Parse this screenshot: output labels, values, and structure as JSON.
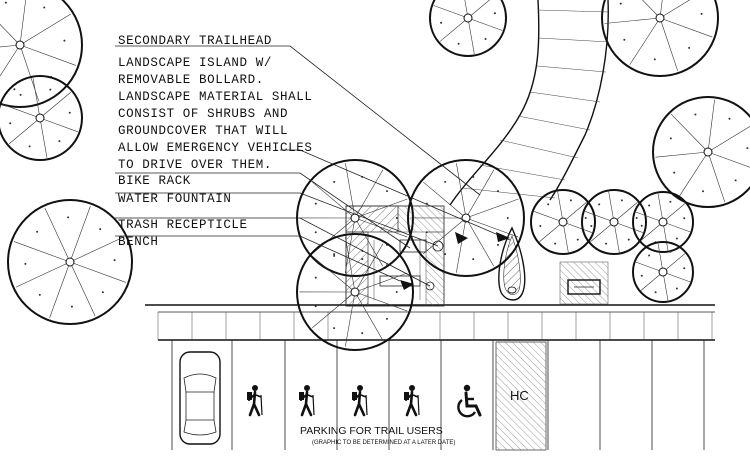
{
  "labels": {
    "secondary_trailhead": "SECONDARY TRAILHEAD",
    "landscape_line1": "LANDSCAPE ISLAND W/",
    "landscape_line2": "REMOVABLE BOLLARD.",
    "landscape_line3": "LANDSCAPE MATERIAL SHALL",
    "landscape_line4": "CONSIST OF SHRUBS AND",
    "landscape_line5": "GROUNDCOVER THAT WILL",
    "landscape_line6": "ALLOW EMERGENCY VEHICLES",
    "landscape_line7": "TO DRIVE OVER THEM.",
    "bike_rack": "BIKE RACK",
    "water_fountain": "WATER FOUNTAIN",
    "trash_receptacle": "TRASH RECEPTICLE",
    "bench": "BENCH"
  },
  "parking": {
    "hc_label": "HC",
    "caption": "PARKING FOR TRAIL USERS",
    "subcaption": "(GRAPHIC TO BE DETERMINED AT A LATER DATE)"
  },
  "icons": [
    "hiker-icon",
    "hiker-icon",
    "hiker-icon",
    "hiker-icon",
    "wheelchair-icon"
  ]
}
